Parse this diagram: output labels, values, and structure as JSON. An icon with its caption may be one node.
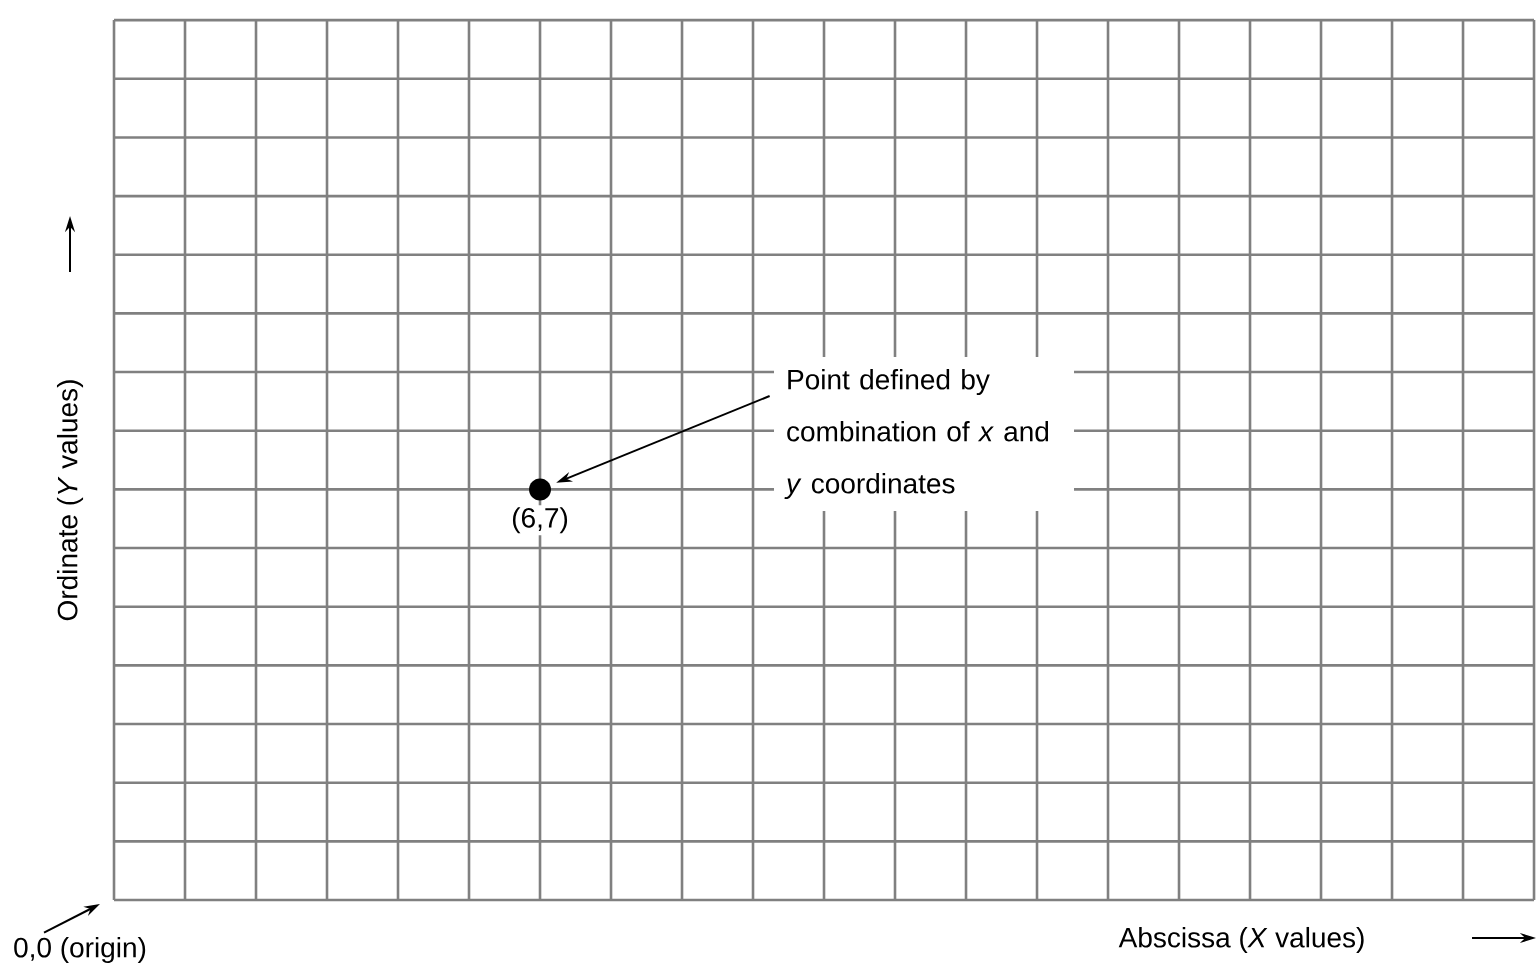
{
  "diagram": {
    "nodes": [
      {
        "text": [
          "Point defined by combination of *x* and *y* coordinates"
        ]
      },
      {
        "text": [],
        "shape": "circle",
        "beside": [
          "(6,7)"
        ]
      },
      {
        "text": [
          "0,0 (origin)"
        ]
      }
    ],
    "edges": [
      {
        "from": 0,
        "to": 1,
        "arrow": "to"
      },
      {
        "from": 2,
        "to": null,
        "arrow": "to"
      }
    ],
    "labels": [
      "Ordinate (*Y* values)",
      "Abscissa (*X* values)"
    ]
  }
}
